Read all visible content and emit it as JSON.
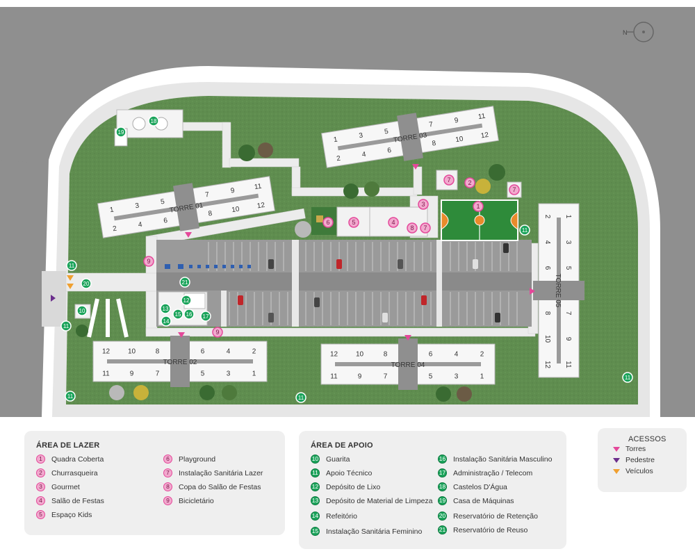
{
  "compass": {
    "letter": "N"
  },
  "towers": [
    {
      "id": "t01",
      "label": "TORRE 01",
      "top": [
        "1",
        "3",
        "5",
        "7",
        "9",
        "11"
      ],
      "bottom": [
        "2",
        "4",
        "6",
        "8",
        "10",
        "12"
      ]
    },
    {
      "id": "t02",
      "label": "TORRE 02",
      "top": [
        "12",
        "10",
        "8",
        "6",
        "4",
        "2"
      ],
      "bottom": [
        "11",
        "9",
        "7",
        "5",
        "3",
        "1"
      ]
    },
    {
      "id": "t03",
      "label": "TORRE 03",
      "top": [
        "1",
        "3",
        "5",
        "7",
        "9",
        "11"
      ],
      "bottom": [
        "2",
        "4",
        "6",
        "8",
        "10",
        "12"
      ]
    },
    {
      "id": "t04",
      "label": "TORRE 04",
      "top": [
        "12",
        "10",
        "8",
        "6",
        "4",
        "2"
      ],
      "bottom": [
        "11",
        "9",
        "7",
        "5",
        "3",
        "1"
      ]
    },
    {
      "id": "t05",
      "label": "TORRE 05",
      "left": [
        "2",
        "4",
        "6",
        "8",
        "10",
        "12"
      ],
      "right": [
        "1",
        "3",
        "5",
        "7",
        "9",
        "11"
      ]
    }
  ],
  "map_markers": {
    "pink": [
      "1",
      "2",
      "3",
      "5",
      "4",
      "6",
      "7",
      "8",
      "7",
      "7",
      "9",
      "9"
    ],
    "green": [
      "18",
      "19",
      "11",
      "11",
      "11",
      "11",
      "11",
      "11",
      "10",
      "20",
      "21",
      "12",
      "13",
      "14",
      "15",
      "16",
      "17"
    ]
  },
  "colors": {
    "pink": "#e4489a",
    "green": "#1aa35a",
    "purple": "#6b2e8c",
    "orange": "#f0a030",
    "grass": "#5e8c4e",
    "road": "#8e8e8e",
    "court": "#2e8b3a"
  },
  "legend": {
    "lazer": {
      "title": "ÁREA DE LAZER",
      "items": [
        {
          "n": "1",
          "label": "Quadra Coberta"
        },
        {
          "n": "2",
          "label": "Churrasqueira"
        },
        {
          "n": "3",
          "label": "Gourmet"
        },
        {
          "n": "4",
          "label": "Salão de Festas"
        },
        {
          "n": "5",
          "label": "Espaço Kids"
        },
        {
          "n": "6",
          "label": "Playground"
        },
        {
          "n": "7",
          "label": "Instalação Sanitária Lazer"
        },
        {
          "n": "8",
          "label": "Copa do Salão de Festas"
        },
        {
          "n": "9",
          "label": "Bicicletário"
        }
      ]
    },
    "apoio": {
      "title": "ÁREA DE APOIO",
      "items": [
        {
          "n": "10",
          "label": "Guarita"
        },
        {
          "n": "11",
          "label": "Apoio Técnico"
        },
        {
          "n": "12",
          "label": "Depósito de Lixo"
        },
        {
          "n": "13",
          "label": "Depósito de Material de Limpeza"
        },
        {
          "n": "14",
          "label": "Refeitório"
        },
        {
          "n": "15",
          "label": "Instalação Sanitária Feminino"
        },
        {
          "n": "16",
          "label": "Instalação Sanitária Masculino"
        },
        {
          "n": "17",
          "label": "Administração / Telecom"
        },
        {
          "n": "18",
          "label": "Castelos D'Água"
        },
        {
          "n": "19",
          "label": "Casa de Máquinas"
        },
        {
          "n": "20",
          "label": "Reservatório de Retenção"
        },
        {
          "n": "21",
          "label": "Reservatório de Reuso"
        }
      ]
    },
    "acessos": {
      "title": "ACESSOS",
      "items": [
        {
          "label": "Torres",
          "color": "#e4489a"
        },
        {
          "label": "Pedestre",
          "color": "#6b2e8c"
        },
        {
          "label": "Veículos",
          "color": "#f0a030"
        }
      ]
    }
  }
}
